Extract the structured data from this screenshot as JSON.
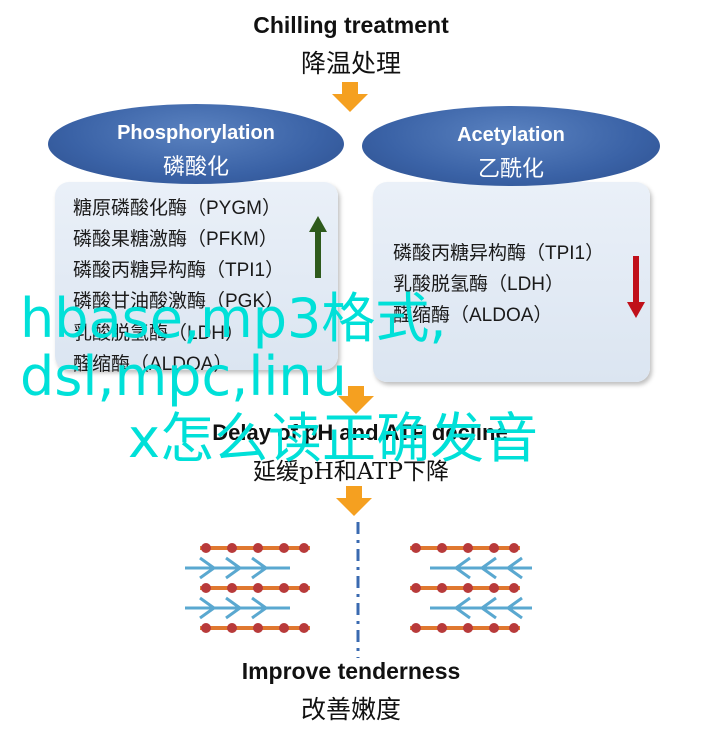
{
  "top": {
    "en": "Chilling treatment",
    "zh": "降温处理"
  },
  "left_panel": {
    "oval_en": "Phosphorylation",
    "oval_zh": "磷酸化",
    "enzymes": [
      "糖原磷酸化酶（PYGM）",
      "磷酸果糖激酶（PFKM）",
      "磷酸丙糖异构酶（TPI1）",
      "磷酸甘油酸激酶（PGK）",
      "乳酸脱氢酶（LDH）",
      "醛缩酶（ALDOA）"
    ],
    "arrow": "up",
    "arrow_color": "#2e5a1c"
  },
  "right_panel": {
    "oval_en": "Acetylation",
    "oval_zh": "乙酰化",
    "enzymes": [
      "磷酸丙糖异构酶（TPI1）",
      "乳酸脱氢酶（LDH）",
      "醛缩酶（ALDOA）"
    ],
    "arrow": "down",
    "arrow_color": "#c0101a"
  },
  "middle": {
    "en": "Delay of pH and ATP decline",
    "zh": "延缓pH和ATP下降"
  },
  "bottom": {
    "en": "Improve tenderness",
    "zh": "改善嫩度"
  },
  "overlay": {
    "line1": "hbase,mp3格式,",
    "line2": "dsl,mpc,linu",
    "line3": "x怎么读正确发音"
  },
  "colors": {
    "flow_arrow": "#f5a020",
    "oval": "#3a62a6",
    "overlay": "#00e0d8",
    "fiber_bar": "#e07830",
    "fiber_dot": "#b83a3a",
    "fiber_chevron": "#5aa8d0",
    "divider": "#3a6ab0"
  }
}
